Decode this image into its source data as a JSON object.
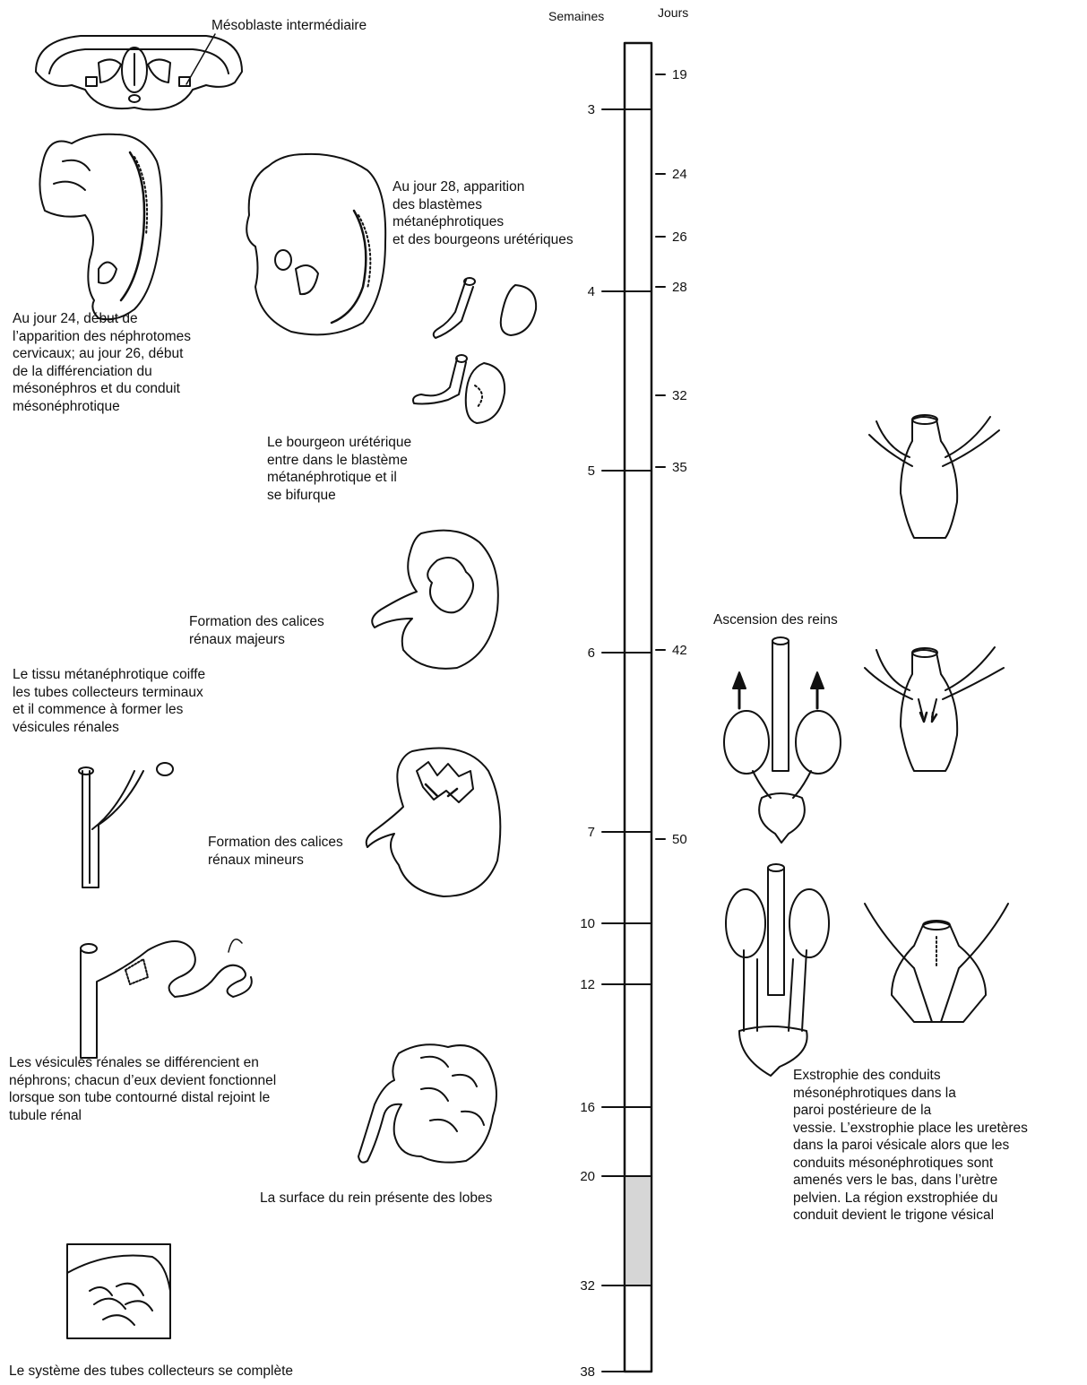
{
  "timeline": {
    "weeks_header": "Semaines",
    "days_header": "Jours",
    "week_ticks": [
      "3",
      "4",
      "5",
      "6",
      "7",
      "10",
      "12",
      "16",
      "20",
      "32",
      "38"
    ],
    "day_ticks": [
      "19",
      "24",
      "26",
      "28",
      "32",
      "35",
      "42",
      "50"
    ]
  },
  "labels": {
    "mesoblaste": "Mésoblaste intermédiaire",
    "jour24": "Au jour 24, début de\nl’apparition des néphrotomes\ncervicaux; au jour 26, début\nde la différenciation du\nmésonéphros et du conduit\nmésonéphrotique",
    "jour28": "Au jour 28, apparition\ndes blastèmes\nmétanéphrotiques\net des bourgeons urétériques",
    "bourgeon": "Le bourgeon urétérique\nentre dans le blastème\nmétanéphrotique et il\nse bifurque",
    "calices_majeurs": "Formation des calices\nrénaux majeurs",
    "tissu": "Le tissu métanéphrotique coiffe\nles tubes collecteurs terminaux\net il commence à former les\nvésicules rénales",
    "calices_mineurs": "Formation des calices\nrénaux mineurs",
    "vesicules": "Les vésicules rénales se différencient en\nnéphrons; chacun d’eux devient fonctionnel\nlorsque son tube contourné distal rejoint le\ntubule rénal",
    "lobes": "La surface du rein présente des lobes",
    "systeme": "Le système des tubes collecteurs se complète",
    "ascension": "Ascension des reins",
    "exstrophie": "Exstrophie des conduits\nmésonéphrotiques dans la\nparoi postérieure de la\n vessie. L’exstrophie place les uretères\ndans la paroi vésicale alors que les\nconduits mésonéphrotiques sont\namenés vers le bas, dans l’urètre\npelvien. La région exstrophiée du\nconduit devient le trigone vésical"
  }
}
